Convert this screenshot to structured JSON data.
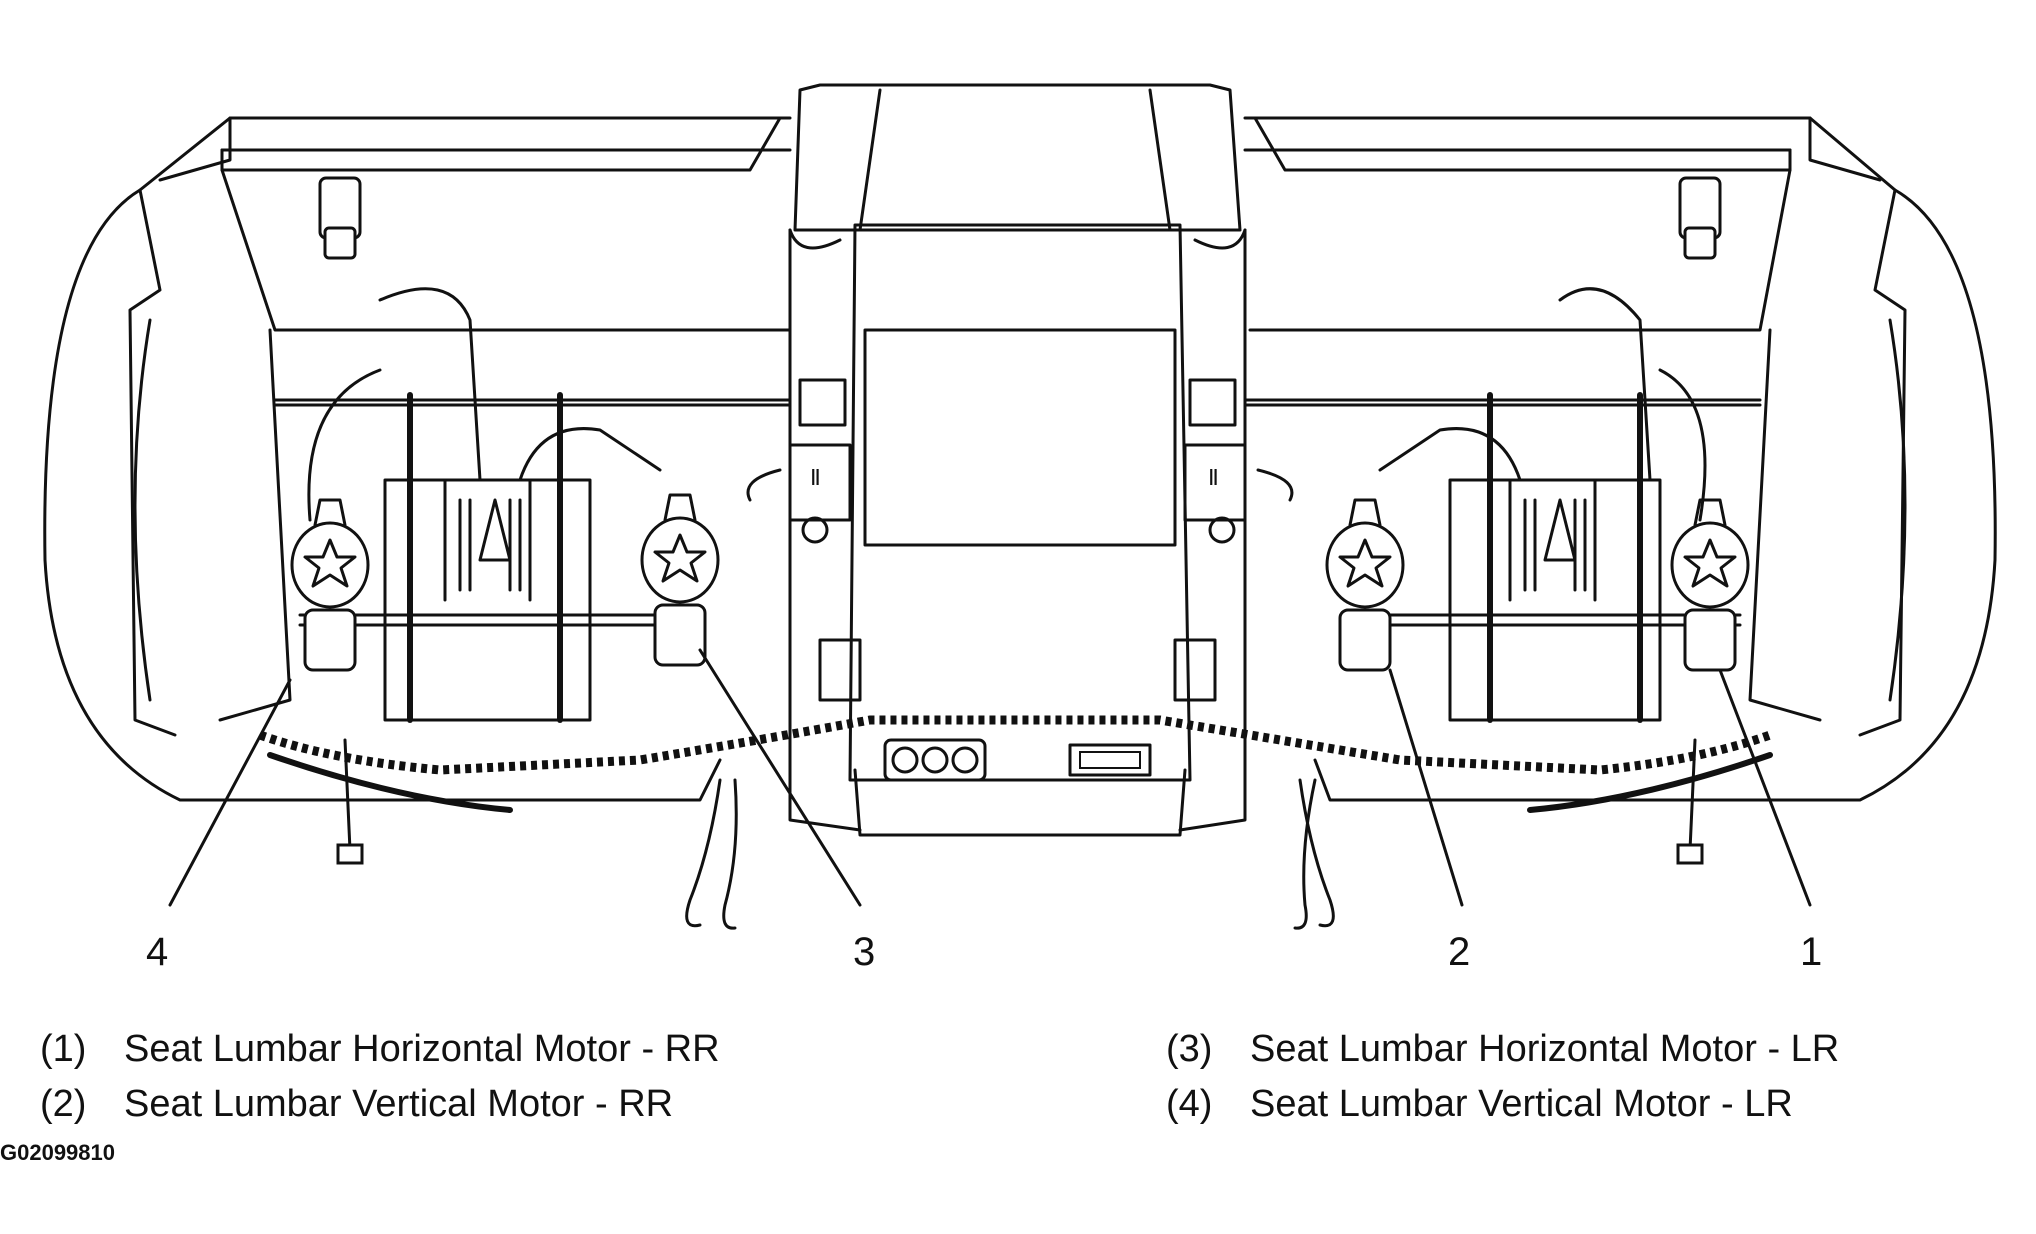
{
  "callouts": [
    "1",
    "2",
    "3",
    "4"
  ],
  "legend": {
    "items": [
      {
        "num": "(1)",
        "text": "Seat Lumbar Horizontal Motor - RR"
      },
      {
        "num": "(2)",
        "text": "Seat Lumbar Vertical Motor - RR"
      },
      {
        "num": "(3)",
        "text": "Seat Lumbar Horizontal Motor - LR"
      },
      {
        "num": "(4)",
        "text": "Seat Lumbar Vertical Motor - LR"
      }
    ]
  },
  "figure_id": "G02099810"
}
